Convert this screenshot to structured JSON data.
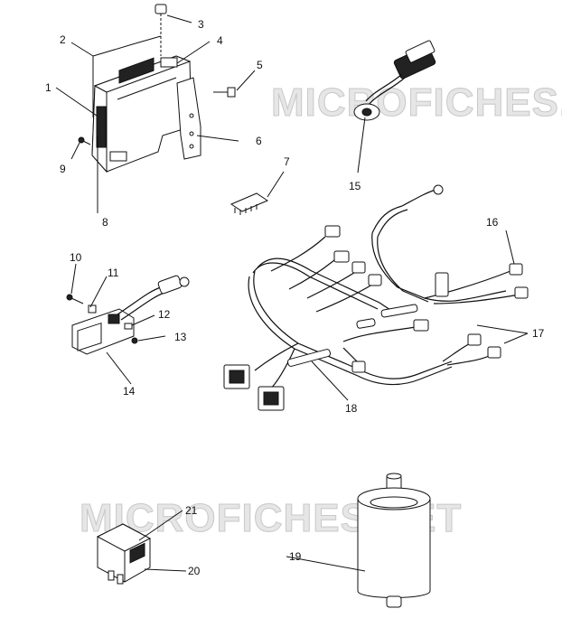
{
  "watermarks": [
    "MICROFICHES.NET",
    "MICROFICHES.NET"
  ],
  "callouts": {
    "c1": "1",
    "c2": "2",
    "c3": "3",
    "c4": "4",
    "c5": "5",
    "c6": "6",
    "c7": "7",
    "c8": "8",
    "c9": "9",
    "c10": "10",
    "c11": "11",
    "c12": "12",
    "c13": "13",
    "c14": "14",
    "c15": "15",
    "c16": "16",
    "c17": "17",
    "c18": "18",
    "c19": "19",
    "c20": "20",
    "c21": "21"
  }
}
